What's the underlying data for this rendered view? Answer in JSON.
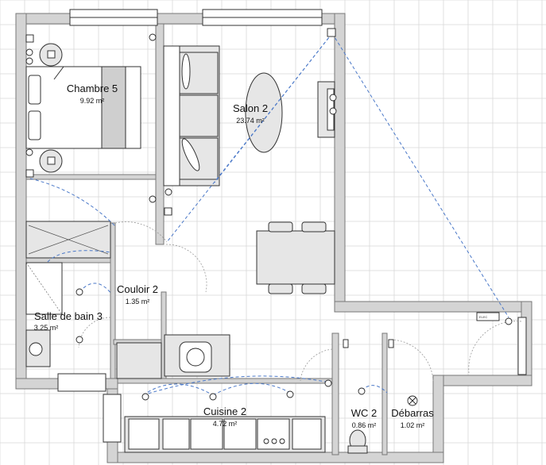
{
  "plan": {
    "rooms": [
      {
        "id": "chambre",
        "name": "Chambre 5",
        "area": "9.92 m²"
      },
      {
        "id": "salon",
        "name": "Salon 2",
        "area": "23.74 m²"
      },
      {
        "id": "couloir",
        "name": "Couloir 2",
        "area": "1.35 m²"
      },
      {
        "id": "sdb",
        "name": "Salle de bain 3",
        "area": "3.25 m²"
      },
      {
        "id": "cuisine",
        "name": "Cuisine 2",
        "area": "4.72 m²"
      },
      {
        "id": "wc",
        "name": "WC 2",
        "area": "0.86 m²"
      },
      {
        "id": "debarras",
        "name": "Débarras",
        "area": "1.02 m²"
      }
    ],
    "panel_label": "ELEC",
    "colors": {
      "wall_fill": "#d4d4d4",
      "grid": "#d8d8d8",
      "wiring": "#4a78c8",
      "furniture": "#e6e6e6"
    }
  }
}
